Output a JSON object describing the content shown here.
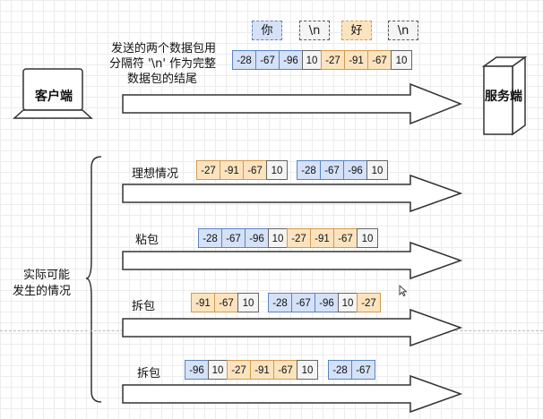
{
  "colors": {
    "blue": "#d4e1f7",
    "orange": "#fbe3bf",
    "gray": "#f4f4f4"
  },
  "client_label": "客户端",
  "server_label": "服务端",
  "top_description": [
    "发送的两个数据包用",
    "分隔符 '\\n' 作为完整",
    "数据包的结尾"
  ],
  "top_chars": [
    "你",
    "\\n",
    "好",
    "\\n"
  ],
  "top_packet": [
    "-28",
    "-67",
    "-96",
    "10",
    "-27",
    "-91",
    "-67",
    "10"
  ],
  "scenarios_label": [
    "实际可能",
    "发生的情况"
  ],
  "rows": [
    {
      "label": "理想情况",
      "groups": [
        [
          "-27",
          "-91",
          "-67",
          "10"
        ],
        [
          "-28",
          "-67",
          "-96",
          "10"
        ]
      ]
    },
    {
      "label": "粘包",
      "groups": [
        [
          "-28",
          "-67",
          "-96",
          "10",
          "-27",
          "-91",
          "-67",
          "10"
        ]
      ]
    },
    {
      "label": "拆包",
      "groups": [
        [
          "-91",
          "-67",
          "10"
        ],
        [
          "-28",
          "-67",
          "-96",
          "10",
          "-27"
        ]
      ]
    },
    {
      "label": "拆包",
      "groups": [
        [
          "-96",
          "10",
          "-27",
          "-91",
          "-67",
          "10"
        ],
        [
          "-28",
          "-67"
        ]
      ]
    }
  ]
}
